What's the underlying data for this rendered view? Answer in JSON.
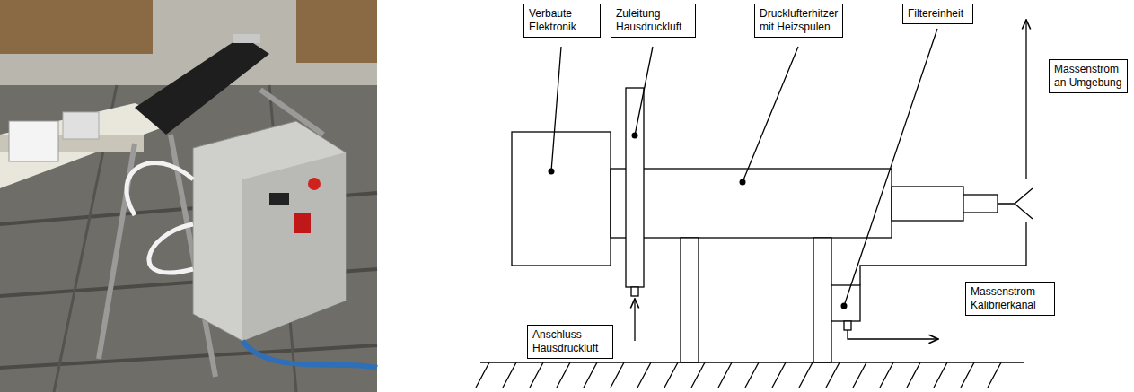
{
  "diagram": {
    "nodes": [
      {
        "text": [
          "Verbaute Elektronik"
        ]
      },
      {
        "text": [
          "Zuleitung Hausdruckluft"
        ]
      },
      {
        "text": [
          "Drucklufterhitzer mit Heizspulen"
        ]
      },
      {
        "text": [
          "Filtereinheit"
        ]
      },
      {
        "text": [
          "Massenstrom an Umgebung"
        ]
      },
      {
        "text": [
          "Massenstrom Kalibrierkanal"
        ]
      },
      {
        "text": [
          "Anschluss Hausdruckluft"
        ]
      }
    ]
  }
}
